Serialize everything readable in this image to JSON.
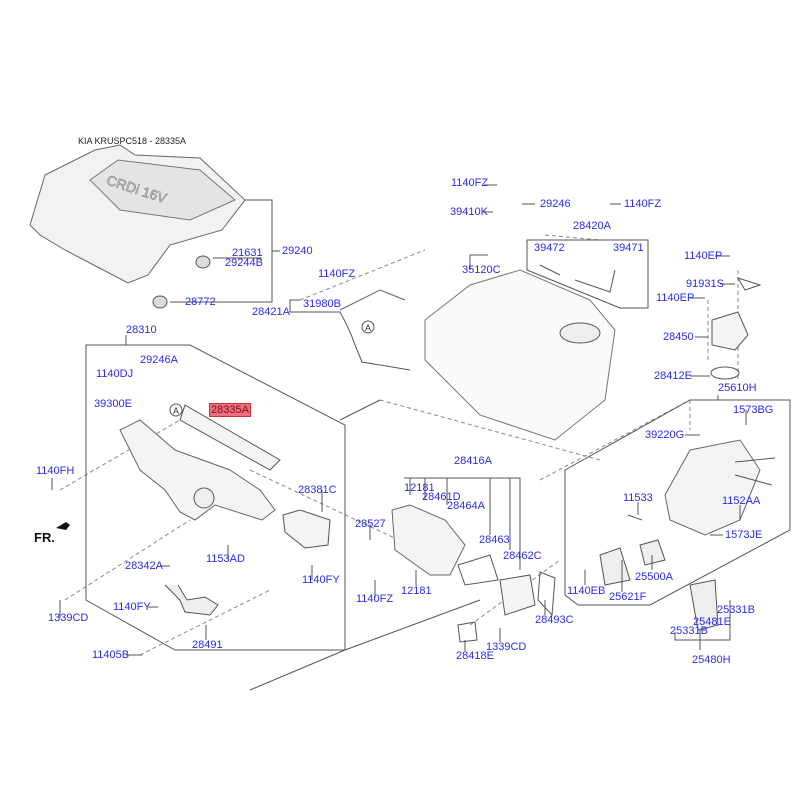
{
  "title": "KIA KRUSPC518 - 28335A",
  "front_marker": "FR.",
  "ref_marker": "A",
  "highlight_color": "#f26d7d",
  "label_color": "#2b2bf0",
  "highlighted_part": "28335A",
  "parts": [
    "29240",
    "21631",
    "29244B",
    "28772",
    "1140FZ",
    "31980B",
    "28421A",
    "28310",
    "29246A",
    "1140DJ",
    "39300E",
    "28335A",
    "1140FZ",
    "29246",
    "39410K",
    "1140FZ",
    "28420A",
    "39472",
    "39471",
    "35120C",
    "1140EP",
    "91931S",
    "1140EP",
    "28450",
    "28412E",
    "25610H",
    "1573BG",
    "39220G",
    "1140FH",
    "28381C",
    "1153AD",
    "28342A",
    "1339CD",
    "1140FY",
    "1140FY",
    "28491",
    "11405B",
    "28416A",
    "12181",
    "28461D",
    "28464A",
    "28527",
    "28463",
    "28462C",
    "1140FZ",
    "12181",
    "28493C",
    "28418E",
    "1339CD",
    "11533",
    "1152AA",
    "1573JE",
    "25500A",
    "1140EB",
    "25621F",
    "25331B",
    "25481E",
    "25331B",
    "25480H"
  ]
}
